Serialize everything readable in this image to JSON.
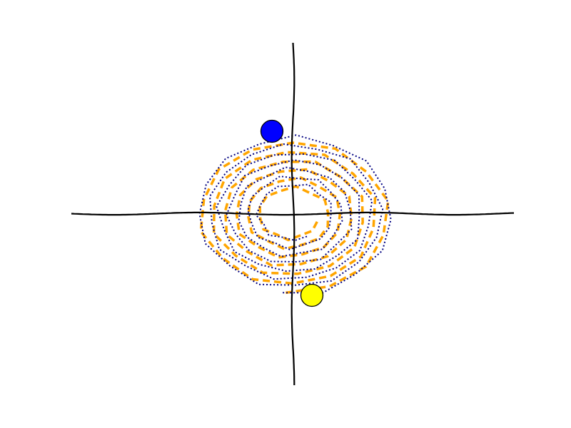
{
  "colors": {
    "background": "#ffffff",
    "axes": "#000000",
    "spiral_orange": "#ffa500",
    "spiral_navy": "#000080",
    "marker_blue": "#0000ff",
    "marker_yellow": "#ffff00",
    "marker_outline": "#000000"
  },
  "diagram": {
    "elements": [
      {
        "name": "horizontal-axis",
        "kind": "wavy line"
      },
      {
        "name": "vertical-axis",
        "kind": "wavy line"
      },
      {
        "name": "spiral-orange-dashed",
        "kind": "dashed spiral",
        "color": "spiral_orange"
      },
      {
        "name": "spiral-navy-dotted",
        "kind": "dotted spiral",
        "color": "spiral_navy"
      },
      {
        "name": "marker-blue",
        "kind": "circle",
        "color": "marker_blue"
      },
      {
        "name": "marker-yellow",
        "kind": "circle",
        "color": "marker_yellow"
      }
    ]
  }
}
